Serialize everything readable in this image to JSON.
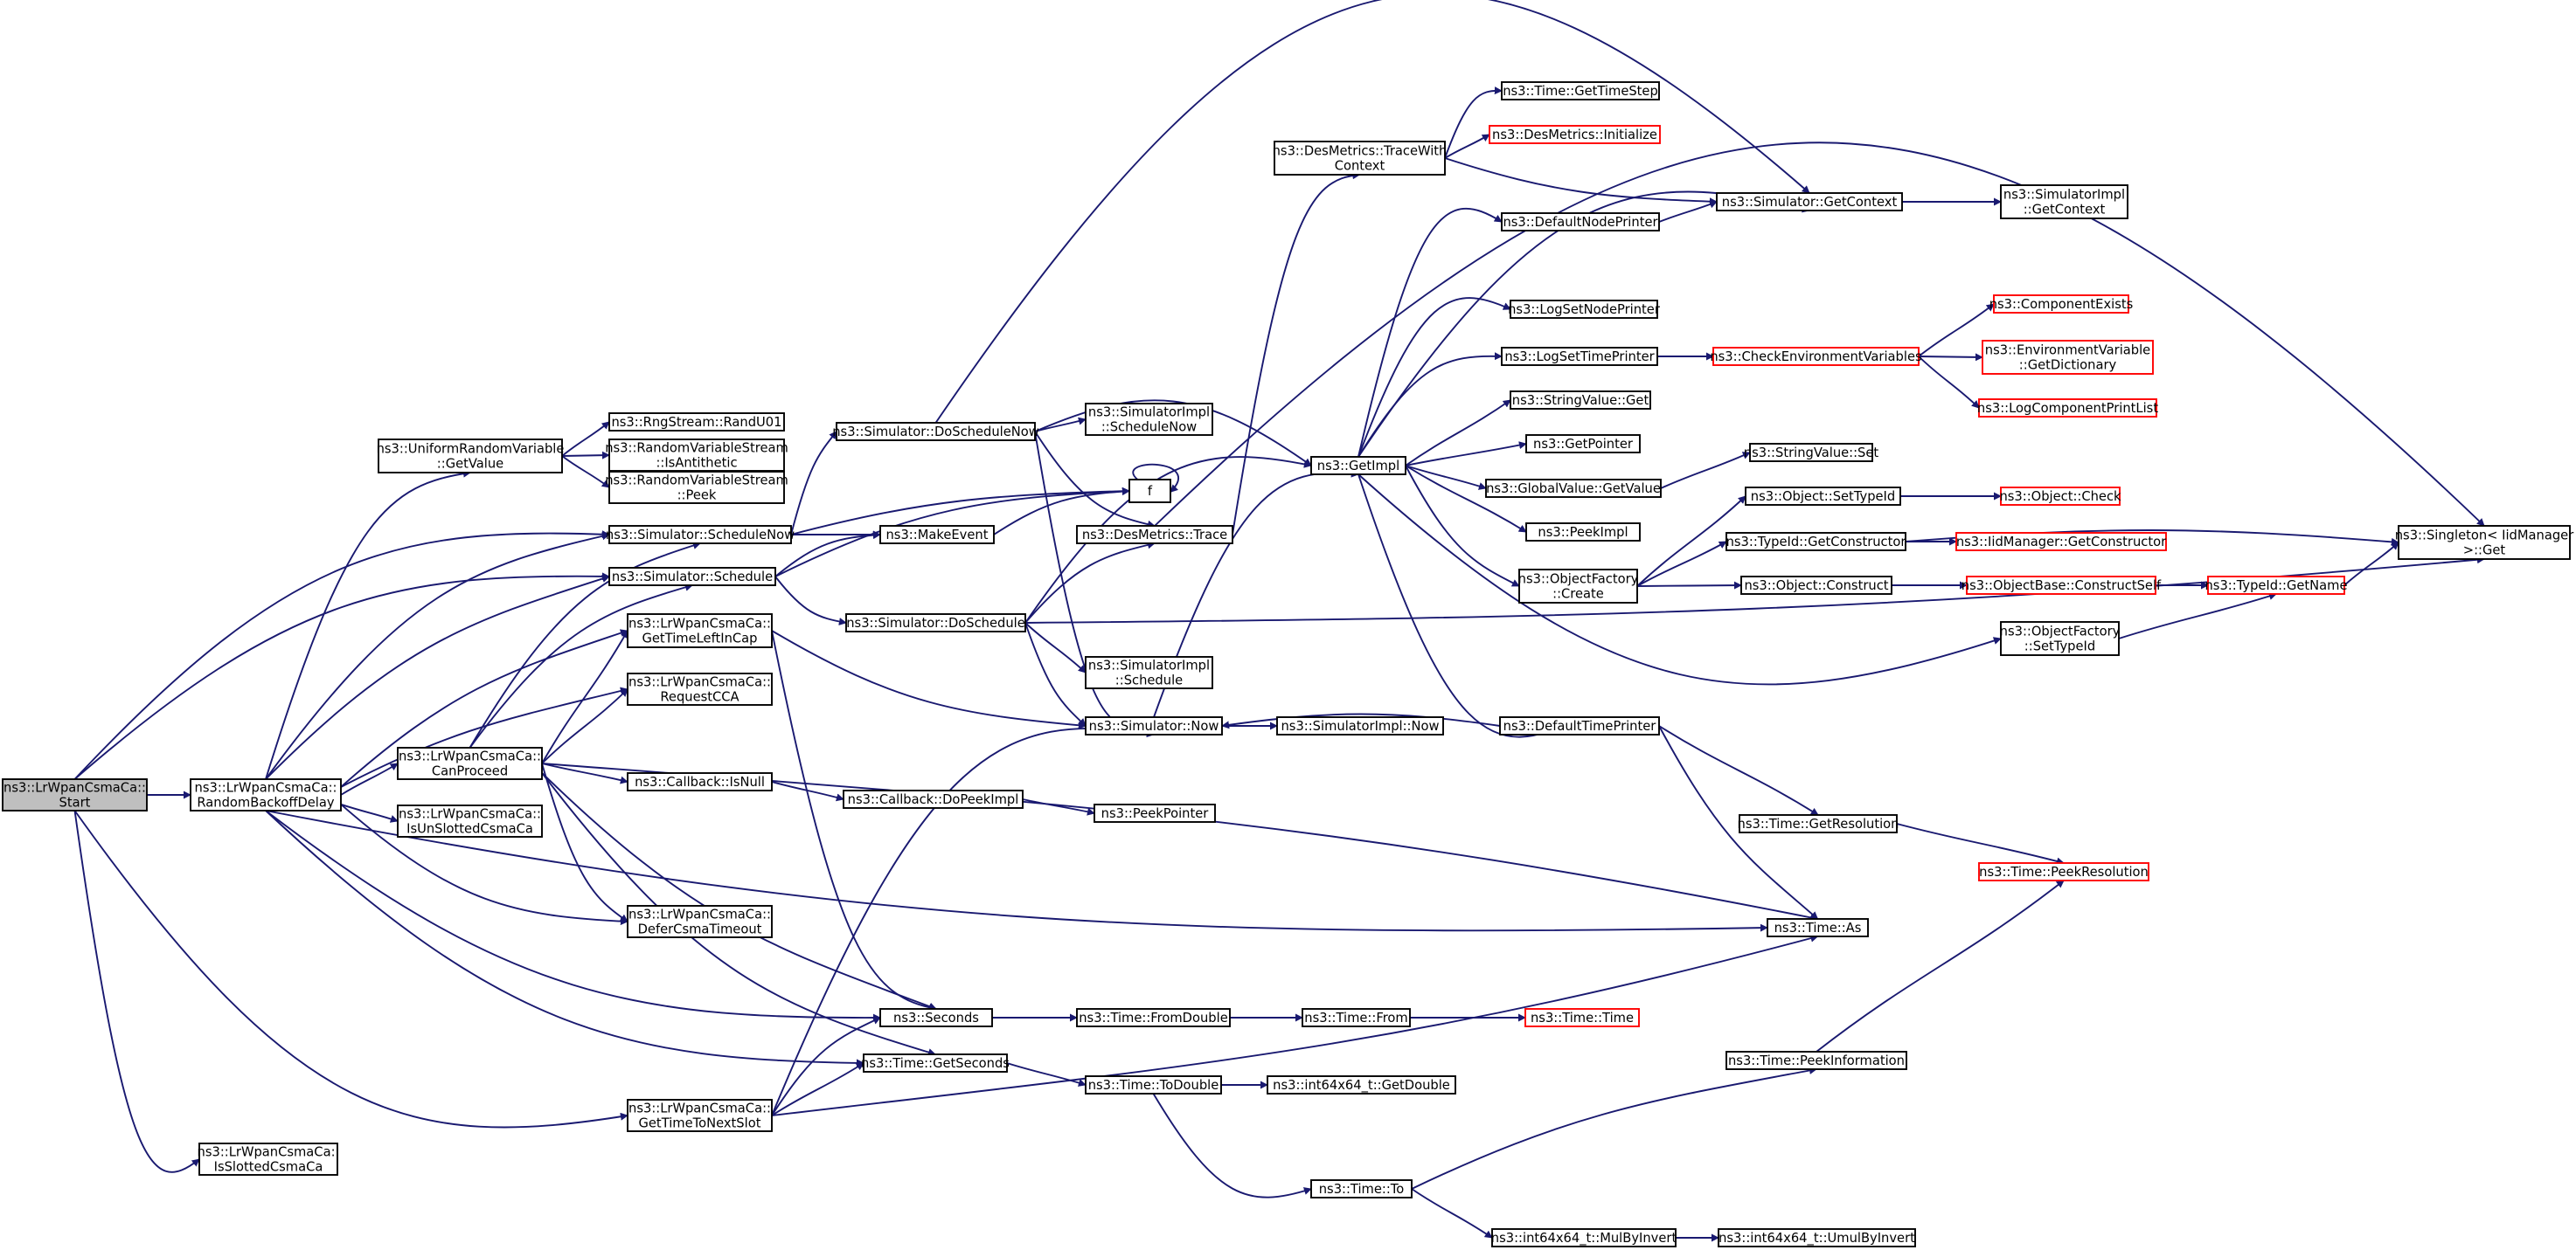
{
  "colors": {
    "edge": "#191970",
    "node_border": "#000000",
    "node_truncated_border": "#ff0000",
    "root_fill": "#bfbfbf"
  },
  "nodes": {
    "n_start": {
      "lines": [
        "ns3::LrWpanCsmaCa::",
        "Start"
      ]
    },
    "n_rbd": {
      "lines": [
        "ns3::LrWpanCsmaCa::",
        "RandomBackoffDelay"
      ]
    },
    "n_slotted": {
      "lines": [
        "ns3::LrWpanCsmaCa::",
        "IsSlottedCsmaCa"
      ]
    },
    "n_urv": {
      "lines": [
        "ns3::UniformRandomVariable",
        "::GetValue"
      ]
    },
    "n_randu01": {
      "lines": [
        "ns3::RngStream::RandU01"
      ]
    },
    "n_isanti": {
      "lines": [
        "ns3::RandomVariableStream",
        "::IsAntithetic"
      ]
    },
    "n_peek": {
      "lines": [
        "ns3::RandomVariableStream",
        "::Peek"
      ]
    },
    "n_schednow": {
      "lines": [
        "ns3::Simulator::ScheduleNow"
      ]
    },
    "n_sched": {
      "lines": [
        "ns3::Simulator::Schedule"
      ]
    },
    "n_gtlcap": {
      "lines": [
        "ns3::LrWpanCsmaCa::",
        "GetTimeLeftInCap"
      ]
    },
    "n_reqcca": {
      "lines": [
        "ns3::LrWpanCsmaCa::",
        "RequestCCA"
      ]
    },
    "n_canproc": {
      "lines": [
        "ns3::LrWpanCsmaCa::",
        "CanProceed"
      ]
    },
    "n_unslotted": {
      "lines": [
        "ns3::LrWpanCsmaCa::",
        "IsUnSlottedCsmaCa"
      ]
    },
    "n_defer": {
      "lines": [
        "ns3::LrWpanCsmaCa::",
        "DeferCsmaTimeout"
      ]
    },
    "n_gtnext": {
      "lines": [
        "ns3::LrWpanCsmaCa::",
        "GetTimeToNextSlot"
      ]
    },
    "n_cbnull": {
      "lines": [
        "ns3::Callback::IsNull"
      ]
    },
    "n_cbdopeek": {
      "lines": [
        "ns3::Callback::DoPeekImpl"
      ]
    },
    "n_peekptr": {
      "lines": [
        "ns3::PeekPointer"
      ]
    },
    "n_doschednow": {
      "lines": [
        "ns3::Simulator::DoScheduleNow"
      ]
    },
    "n_makeevent": {
      "lines": [
        "ns3::MakeEvent"
      ]
    },
    "n_dosched": {
      "lines": [
        "ns3::Simulator::DoSchedule"
      ]
    },
    "n_simimplschednow": {
      "lines": [
        "ns3::SimulatorImpl",
        "::ScheduleNow"
      ]
    },
    "n_f": {
      "lines": [
        "f"
      ]
    },
    "n_desmtrace": {
      "lines": [
        "ns3::DesMetrics::Trace"
      ]
    },
    "n_simimplsched": {
      "lines": [
        "ns3::SimulatorImpl",
        "::Schedule"
      ]
    },
    "n_simnow": {
      "lines": [
        "ns3::Simulator::Now"
      ]
    },
    "n_simimplnow": {
      "lines": [
        "ns3::SimulatorImpl::Now"
      ]
    },
    "n_seconds": {
      "lines": [
        "ns3::Seconds"
      ]
    },
    "n_getseconds": {
      "lines": [
        "ns3::Time::GetSeconds"
      ]
    },
    "n_fromdouble": {
      "lines": [
        "ns3::Time::FromDouble"
      ]
    },
    "n_todouble": {
      "lines": [
        "ns3::Time::ToDouble"
      ]
    },
    "n_from": {
      "lines": [
        "ns3::Time::From"
      ]
    },
    "n_time": {
      "lines": [
        "ns3::Time::Time"
      ]
    },
    "n_getdouble": {
      "lines": [
        "ns3::int64x64_t::GetDouble"
      ]
    },
    "n_to": {
      "lines": [
        "ns3::Time::To"
      ]
    },
    "n_mulbyinv": {
      "lines": [
        "ns3::int64x64_t::MulByInvert"
      ]
    },
    "n_umulbyinv": {
      "lines": [
        "ns3::int64x64_t::UmulByInvert"
      ]
    },
    "n_desmtracewc": {
      "lines": [
        "ns3::DesMetrics::TraceWith",
        "Context"
      ]
    },
    "n_gettimestep": {
      "lines": [
        "ns3::Time::GetTimeStep"
      ]
    },
    "n_desminit": {
      "lines": [
        "ns3::DesMetrics::Initialize"
      ]
    },
    "n_getimpl": {
      "lines": [
        "ns3::GetImpl"
      ]
    },
    "n_defnodeprinter": {
      "lines": [
        "ns3::DefaultNodePrinter"
      ]
    },
    "n_logsetnode": {
      "lines": [
        "ns3::LogSetNodePrinter"
      ]
    },
    "n_logsettime": {
      "lines": [
        "ns3::LogSetTimePrinter"
      ]
    },
    "n_strvalget": {
      "lines": [
        "ns3::StringValue::Get"
      ]
    },
    "n_getpointer": {
      "lines": [
        "ns3::GetPointer"
      ]
    },
    "n_gvgetvalue": {
      "lines": [
        "ns3::GlobalValue::GetValue"
      ]
    },
    "n_peekimpl": {
      "lines": [
        "ns3::PeekImpl"
      ]
    },
    "n_objfactcreate": {
      "lines": [
        "ns3::ObjectFactory",
        "::Create"
      ]
    },
    "n_deftimeprinter": {
      "lines": [
        "ns3::DefaultTimePrinter"
      ]
    },
    "n_simgetctx": {
      "lines": [
        "ns3::Simulator::GetContext"
      ]
    },
    "n_simimplgetctx": {
      "lines": [
        "ns3::SimulatorImpl",
        "::GetContext"
      ]
    },
    "n_checkenv": {
      "lines": [
        "ns3::CheckEnvironmentVariables"
      ]
    },
    "n_compexists": {
      "lines": [
        "ns3::ComponentExists"
      ]
    },
    "n_envvar": {
      "lines": [
        "ns3::EnvironmentVariable",
        "::GetDictionary"
      ]
    },
    "n_logcomplist": {
      "lines": [
        "ns3::LogComponentPrintList"
      ]
    },
    "n_strvalset": {
      "lines": [
        "ns3::StringValue::Set"
      ]
    },
    "n_objsettypeid": {
      "lines": [
        "ns3::Object::SetTypeId"
      ]
    },
    "n_objcheck": {
      "lines": [
        "ns3::Object::Check"
      ]
    },
    "n_typeidgetctor": {
      "lines": [
        "ns3::TypeId::GetConstructor"
      ]
    },
    "n_iidmgrgetctor": {
      "lines": [
        "ns3::IidManager::GetConstructor"
      ]
    },
    "n_objconstruct": {
      "lines": [
        "ns3::Object::Construct"
      ]
    },
    "n_objbasector": {
      "lines": [
        "ns3::ObjectBase::ConstructSelf"
      ]
    },
    "n_typeidgetname": {
      "lines": [
        "ns3::TypeId::GetName"
      ]
    },
    "n_singleton": {
      "lines": [
        "ns3::Singleton< IidManager",
        ">::Get"
      ]
    },
    "n_objfactsettypeid": {
      "lines": [
        "ns3::ObjectFactory",
        "::SetTypeId"
      ]
    },
    "n_timegetres": {
      "lines": [
        "ns3::Time::GetResolution"
      ]
    },
    "n_timepeekres": {
      "lines": [
        "ns3::Time::PeekResolution"
      ]
    },
    "n_timeas": {
      "lines": [
        "ns3::Time::As"
      ]
    },
    "n_timepeekinfo": {
      "lines": [
        "ns3::Time::PeekInformation"
      ]
    }
  }
}
